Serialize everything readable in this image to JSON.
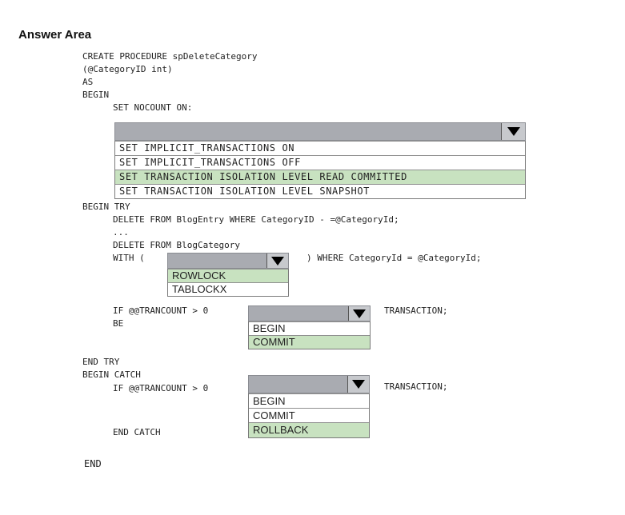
{
  "title": "Answer Area",
  "code": {
    "l1": "CREATE PROCEDURE spDeleteCategory",
    "l2": "(@CategoryID int)",
    "l3": "AS",
    "l4": "BEGIN",
    "l5": "SET NOCOUNT ON:",
    "l6": "BEGIN TRY",
    "l7": "DELETE FROM BlogEntry WHERE CategoryID - =@CategoryId;",
    "l8": "...",
    "l9": "DELETE FROM BlogCategory",
    "l10": "WITH (",
    "l10b": ") WHERE CategoryId = @CategoryId;",
    "l11": "IF @@TRANCOUNT > 0",
    "l11b": "TRANSACTION;",
    "l12": "BE",
    "l13": "END TRY",
    "l14": "BEGIN CATCH",
    "l15": "IF @@TRANCOUNT > 0",
    "l15b": "TRANSACTION;",
    "l16": "END CATCH",
    "l17": "END"
  },
  "dropdowns": {
    "isolation": {
      "options": [
        "SET IMPLICIT_TRANSACTIONS ON",
        "SET IMPLICIT_TRANSACTIONS OFF",
        "SET TRANSACTION ISOLATION LEVEL READ COMMITTED",
        "SET TRANSACTION ISOLATION LEVEL SNAPSHOT"
      ],
      "selected": "SET TRANSACTION ISOLATION LEVEL READ COMMITTED"
    },
    "lock_hint": {
      "options": [
        "ROWLOCK",
        "TABLOCKX"
      ],
      "selected": "ROWLOCK"
    },
    "try_transaction": {
      "options": [
        "BEGIN",
        "COMMIT"
      ],
      "selected": "COMMIT"
    },
    "catch_transaction": {
      "options": [
        "BEGIN",
        "COMMIT",
        "ROLLBACK"
      ],
      "selected": "ROLLBACK"
    }
  },
  "colors": {
    "selected_bg": "#c8e2c0",
    "header_bg": "#a9abb1"
  }
}
